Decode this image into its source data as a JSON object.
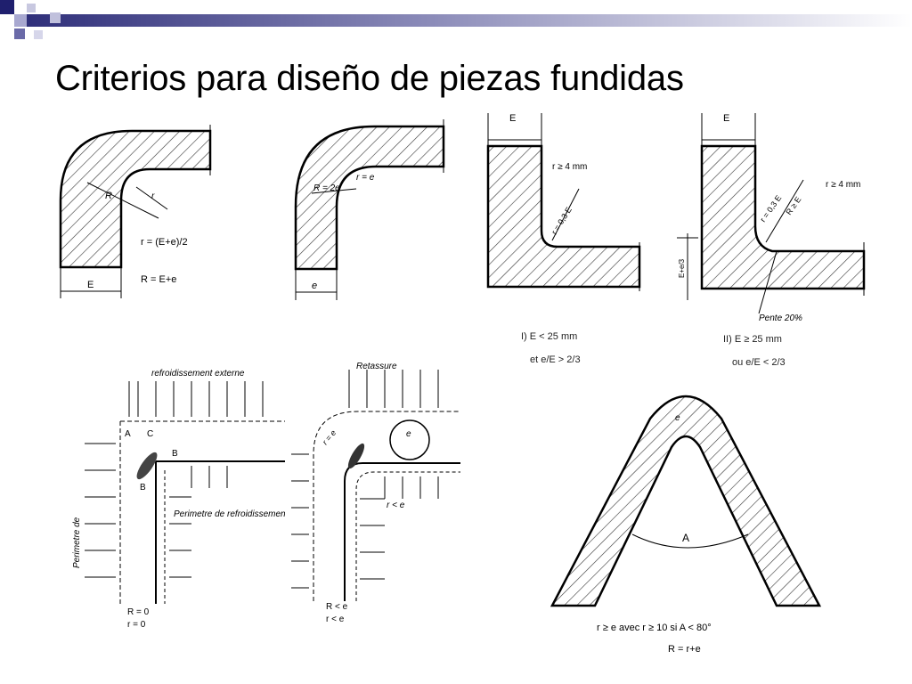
{
  "slide": {
    "title": "Criterios para diseño de piezas fundidas"
  },
  "figures": {
    "elbow_1": {
      "label_E": "E",
      "label_R": "R",
      "label_r": "r",
      "formula_r": "r = (E+e)/2",
      "formula_R": "R = E+e"
    },
    "elbow_2": {
      "label_R": "R = 2e",
      "label_r": "r = e",
      "label_e": "e"
    },
    "corner_1": {
      "label_E": "E",
      "label_r_min": "r ≥ 4 mm",
      "label_r_frac": "r = 0,3 E",
      "caption_1": "I) E < 25 mm",
      "caption_2": "et e/E > 2/3"
    },
    "corner_2": {
      "label_E": "E",
      "label_r_min": "r ≥ 4 mm",
      "label_r_frac": "r = 0,3 E",
      "label_R": "R ≥ E",
      "label_ratio": "E+e/3",
      "label_pente": "Pente 20%",
      "caption_1": "II) E ≥ 25 mm",
      "caption_2": "ou e/E < 2/3"
    },
    "cooling_1": {
      "label_top": "refroidissement externe",
      "label_left": "Perimetre de",
      "label_A": "A",
      "label_B": "B",
      "label_C": "C",
      "label_B2": "B",
      "label_internal": "Perimetre de refroidissement interne",
      "label_cond_1": "R = 0",
      "label_cond_2": "r = 0"
    },
    "cooling_2": {
      "label_top": "Retassure",
      "label_e": "e",
      "label_re": "r < e",
      "label_cond_1": "R < e",
      "label_cond_2": "r < e",
      "label_re2": "r = e"
    },
    "angle": {
      "label_A": "A",
      "label_e": "e",
      "caption_1": "r ≥ e  avec  r ≥ 10 si  A < 80°",
      "caption_2": "R = r+e"
    }
  }
}
